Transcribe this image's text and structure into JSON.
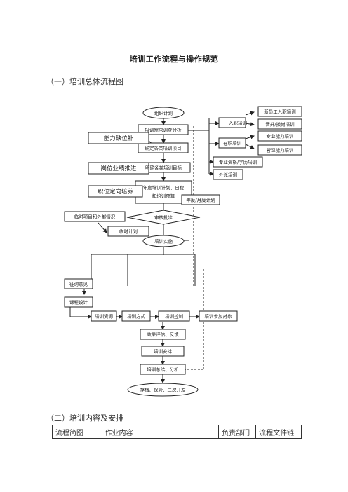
{
  "document": {
    "title": "培训工作流程与操作规范",
    "section1": "（一）培训总体流程图",
    "section2": "（二）培训内容及安排"
  },
  "flowchart": {
    "start": "组织计划",
    "needs": "培训需求调查分析",
    "confirm": "确定各类培训项目",
    "goals": "明确各类培训目标",
    "plan_line1": "年度培训计划、日程",
    "plan_line2": "和培训预算",
    "approve": "审核批准",
    "implement": "培训实施",
    "annual": "年度/月度计划",
    "left_inputs": [
      "能力缺位补",
      "岗位业绩推进",
      "职位定向培养"
    ],
    "right_types": {
      "onboarding": "入职培训",
      "new_staff": "新员工入职培训",
      "promotion": "晋升/换岗培训",
      "onjob": "在职培训",
      "skill": "专业能力培训",
      "mgmt": "管理能力培训",
      "cert": "专业资格/学历培训",
      "external": "外派培训"
    },
    "temp_items": "临时项目和外部情况",
    "temp_plan": "临时计划",
    "feedback_in": "征询意见",
    "course": "课程设计",
    "resources": [
      "培训资源",
      "培训方式",
      "培训控制",
      "培训参加对象"
    ],
    "evaluate": "效果评估、反馈",
    "arrange": "培训安排",
    "summary": "培训总结、分析",
    "archive": "存档、保管、二次开发"
  },
  "table": {
    "headers": [
      "流程简图",
      "作业内容",
      "负责部门",
      "流程文件链"
    ]
  }
}
